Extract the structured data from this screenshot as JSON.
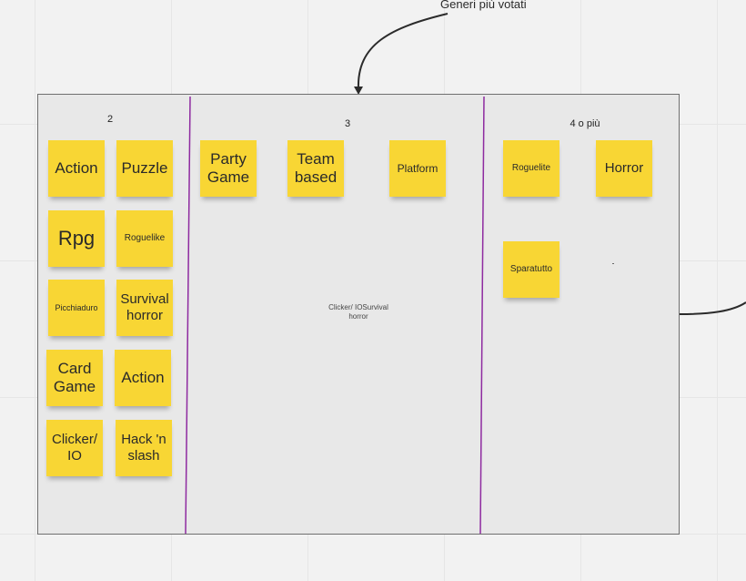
{
  "canvas": {
    "frame_title": "Generi più votati"
  },
  "board": {
    "columns": [
      {
        "header": "2"
      },
      {
        "header": "3"
      },
      {
        "header": "4 o più"
      }
    ],
    "column_2_notes": [
      "Action",
      "Puzzle",
      "Rpg",
      "Roguelike",
      "Picchiaduro",
      "Survival horror",
      "Card Game",
      "Action",
      "Clicker/ IO",
      "Hack 'n slash"
    ],
    "column_3_notes": [
      "Party Game",
      "Team based",
      "Platform"
    ],
    "column_3_free_text": "Clicker/ IOSurvival horror",
    "column_4_notes": [
      "Roguelite",
      "Horror",
      "Sparatutto"
    ]
  },
  "colors": {
    "sticky_note": "#f8d634",
    "divider": "#8e2aa0",
    "board_fill": "#e8e8e8",
    "connector": "#2b2b2b"
  }
}
